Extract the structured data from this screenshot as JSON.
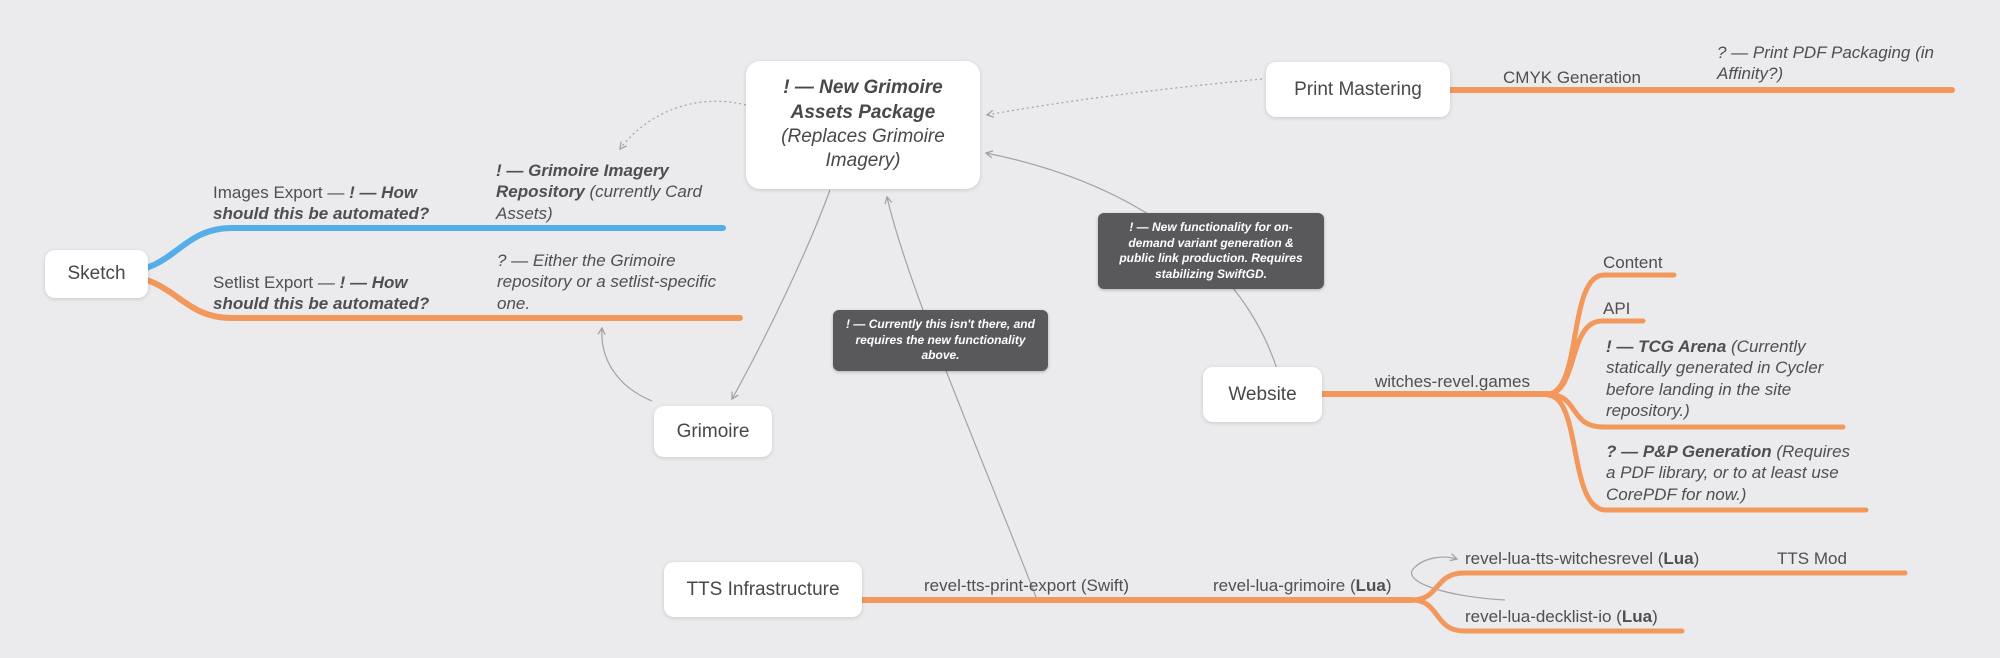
{
  "app": {
    "background": "#ebebed"
  },
  "colors": {
    "branch_orange": "#f2985c",
    "branch_blue": "#55aee8",
    "tooltip_bg": "#59595c",
    "node_bg": "#ffffff",
    "text": "#4b4b4d",
    "arrow": "#a2a2a5"
  },
  "nodes": {
    "central": {
      "title": "! — New Grimoire Assets Package",
      "subtitle": "(Replaces Grimoire Imagery)"
    },
    "sketch": {
      "label": "Sketch"
    },
    "print_mastering": {
      "label": "Print Mastering"
    },
    "website": {
      "label": "Website"
    },
    "grimoire": {
      "label": "Grimoire"
    },
    "tts": {
      "label": "TTS Infrastructure"
    }
  },
  "branches": {
    "images_export": {
      "prefix": "Images Export — ",
      "question": "! — How should this be automated?"
    },
    "imagery_repo": {
      "title": "! — Grimoire Imagery Repository",
      "note": " (currently Card Assets)"
    },
    "setlist_export": {
      "prefix": "Setlist Export — ",
      "question": "! — How should this be automated?"
    },
    "setlist_repo": {
      "note": "? — Either the Grimoire repository or a setlist-specific one."
    },
    "cmyk": {
      "label": "CMYK Generation"
    },
    "print_pdf": {
      "note": "? — Print PDF Packaging (in Affinity?)"
    },
    "domain": {
      "label": "witches-revel.games"
    },
    "content": {
      "label": "Content"
    },
    "api": {
      "label": "API"
    },
    "tcg_arena": {
      "title": "! — TCG Arena",
      "note": " (Currently statically generated in Cycler before landing in the site repository.)"
    },
    "pnp": {
      "title": "? — P&P Generation",
      "note": " (Requires a PDF library, or to at least use CorePDF for now.)"
    },
    "tts_export": {
      "label": "revel-tts-print-export (Swift)"
    },
    "lua_grimoire": {
      "prefix": "revel-lua-grimoire (",
      "lang": "Lua",
      "suffix": ")"
    },
    "witchesrevel": {
      "prefix": "revel-lua-tts-witchesrevel (",
      "lang": "Lua",
      "suffix": ")"
    },
    "tts_mod": {
      "label": "TTS Mod"
    },
    "decklist": {
      "prefix": "revel-lua-decklist-io (",
      "lang": "Lua",
      "suffix": ")"
    }
  },
  "tooltips": {
    "not_there": "! — Currently this isn't there, and requires the new functionality above.",
    "new_functionality": "! — New functionality for on-demand variant generation & public link production. Requires stabilizing SwiftGD."
  }
}
